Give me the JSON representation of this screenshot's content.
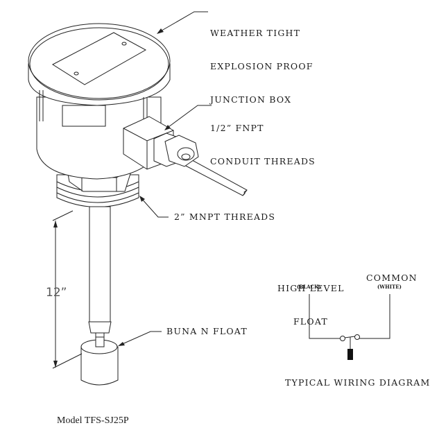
{
  "drawing": {
    "title": "Model TFS-SJ25P",
    "callouts": {
      "junction_box": [
        "WEATHER TIGHT",
        "EXPLOSION PROOF",
        "JUNCTION BOX"
      ],
      "conduit": [
        "1/2” FNPT",
        "CONDUIT THREADS"
      ],
      "mnpt": "2” MNPT THREADS",
      "float": "BUNA N FLOAT"
    },
    "dimension": "12”"
  },
  "wiring": {
    "title": "TYPICAL WIRING DIAGRAM",
    "left_label": [
      "HIGH LEVEL",
      "FLOAT"
    ],
    "left_color": "(BLACK)",
    "right_label": "COMMON",
    "right_color": "(WHITE)"
  }
}
